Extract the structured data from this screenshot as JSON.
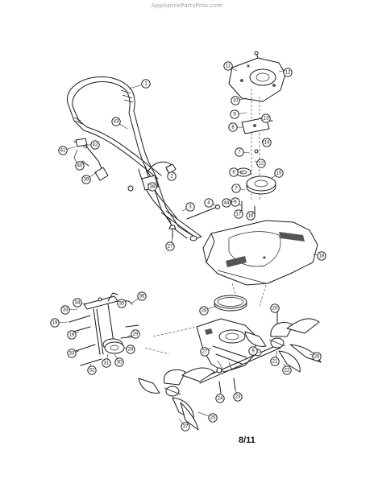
{
  "watermark": "AppliancePartsPros.com",
  "page_number": "8/11",
  "callouts": [
    {
      "id": "1",
      "label": "1"
    },
    {
      "id": "2",
      "label": "2"
    },
    {
      "id": "3",
      "label": "3"
    },
    {
      "id": "4",
      "label": "4"
    },
    {
      "id": "5",
      "label": "5"
    },
    {
      "id": "6",
      "label": "6"
    },
    {
      "id": "7a",
      "label": "7"
    },
    {
      "id": "7b",
      "label": "7"
    },
    {
      "id": "8",
      "label": "8"
    },
    {
      "id": "9a",
      "label": "9"
    },
    {
      "id": "9b",
      "label": "9"
    },
    {
      "id": "10",
      "label": "10"
    },
    {
      "id": "11",
      "label": "11"
    },
    {
      "id": "12a",
      "label": "12"
    },
    {
      "id": "12b",
      "label": "12"
    },
    {
      "id": "13",
      "label": "13"
    },
    {
      "id": "14",
      "label": "14"
    },
    {
      "id": "15",
      "label": "15"
    },
    {
      "id": "16",
      "label": "16"
    },
    {
      "id": "17",
      "label": "17"
    },
    {
      "id": "18",
      "label": "18"
    },
    {
      "id": "19a",
      "label": "19"
    },
    {
      "id": "19b",
      "label": "19"
    },
    {
      "id": "20",
      "label": "20"
    },
    {
      "id": "21",
      "label": "21"
    },
    {
      "id": "22",
      "label": "22"
    },
    {
      "id": "23",
      "label": "23"
    },
    {
      "id": "24",
      "label": "24"
    },
    {
      "id": "25",
      "label": "25"
    },
    {
      "id": "26",
      "label": "26"
    },
    {
      "id": "27a",
      "label": "27"
    },
    {
      "id": "27b",
      "label": "27"
    },
    {
      "id": "28",
      "label": "28"
    },
    {
      "id": "29a",
      "label": "29"
    },
    {
      "id": "29b",
      "label": "29"
    },
    {
      "id": "30",
      "label": "30"
    },
    {
      "id": "31",
      "label": "31"
    },
    {
      "id": "32",
      "label": "32"
    },
    {
      "id": "33a",
      "label": "33"
    },
    {
      "id": "33b",
      "label": "33"
    },
    {
      "id": "34",
      "label": "34"
    },
    {
      "id": "35",
      "label": "35"
    },
    {
      "id": "36",
      "label": "36"
    },
    {
      "id": "37",
      "label": "37"
    },
    {
      "id": "38",
      "label": "38"
    },
    {
      "id": "39",
      "label": "39"
    },
    {
      "id": "40",
      "label": "40"
    },
    {
      "id": "41",
      "label": "41"
    },
    {
      "id": "42",
      "label": "42"
    },
    {
      "id": "43",
      "label": "43"
    },
    {
      "id": "44",
      "label": "44"
    }
  ]
}
